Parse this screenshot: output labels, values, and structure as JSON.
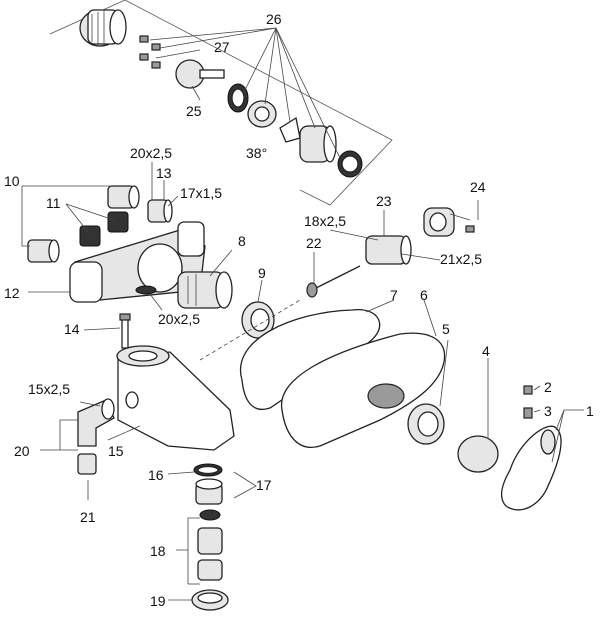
{
  "labels": {
    "l26": "26",
    "l27": "27",
    "l25": "25",
    "l38": "38°",
    "l20x25a": "20x2,5",
    "l13": "13",
    "l17x15": "17x1,5",
    "l10": "10",
    "l11": "11",
    "l12": "12",
    "l8": "8",
    "l18x25": "18x2,5",
    "l23": "23",
    "l24": "24",
    "l22": "22",
    "l21x25": "21x2,5",
    "l9": "9",
    "l7": "7",
    "l6": "6",
    "l14": "14",
    "l20x25b": "20x2,5",
    "l5": "5",
    "l4": "4",
    "l2": "2",
    "l3": "3",
    "l1": "1",
    "l15x25": "15x2,5",
    "l20": "20",
    "l15": "15",
    "l16": "16",
    "l17": "17",
    "l21": "21",
    "l18": "18",
    "l19": "19"
  }
}
